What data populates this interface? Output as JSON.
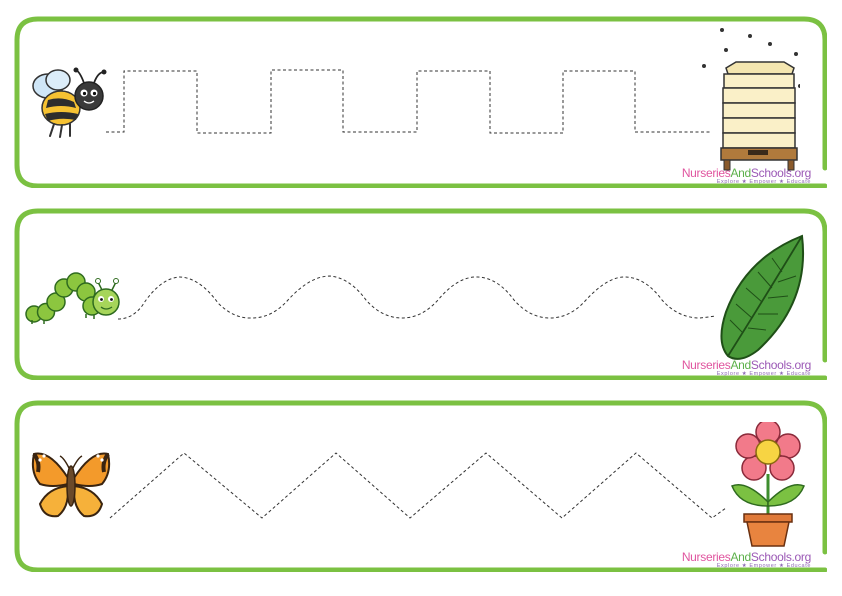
{
  "colors": {
    "frame": "#7bc142",
    "dash": "#333333"
  },
  "rows": [
    {
      "start": "bee",
      "end": "beehive",
      "path": "square-wave"
    },
    {
      "start": "caterpillar",
      "end": "leaf",
      "path": "wave"
    },
    {
      "start": "butterfly",
      "end": "flower",
      "path": "zigzag"
    }
  ],
  "branding": {
    "name_part1": "Nurseries",
    "name_part2": "And",
    "name_part3": "Schools.org",
    "tagline": "Explore ★ Empower ★ Educate"
  }
}
